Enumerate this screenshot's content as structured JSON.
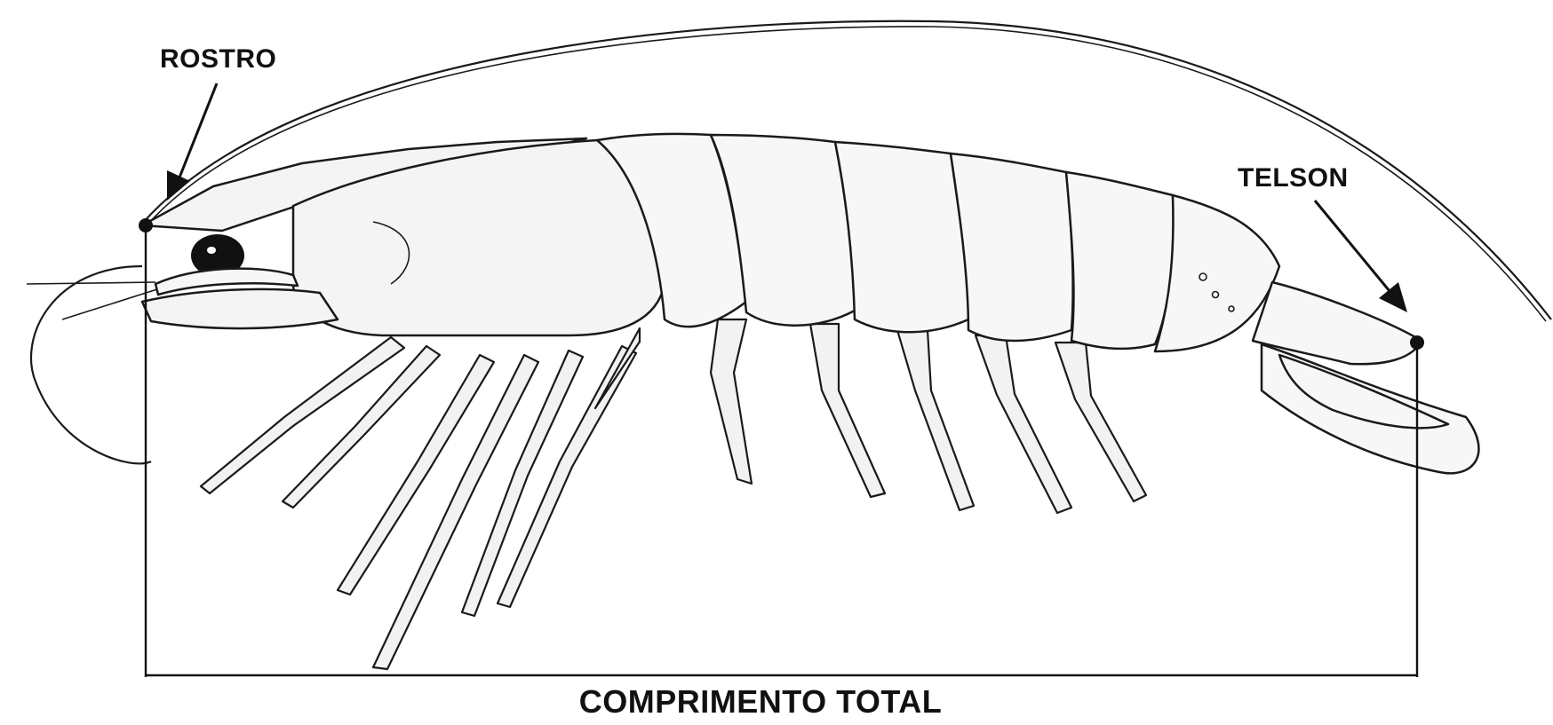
{
  "labels": {
    "rostro": "ROSTRO",
    "telson": "TELSON",
    "comprimento_total": "COMPRIMENTO TOTAL"
  },
  "colors": {
    "ink": "#111111",
    "body_fill": "#f4f4f4",
    "background": "#ffffff"
  }
}
